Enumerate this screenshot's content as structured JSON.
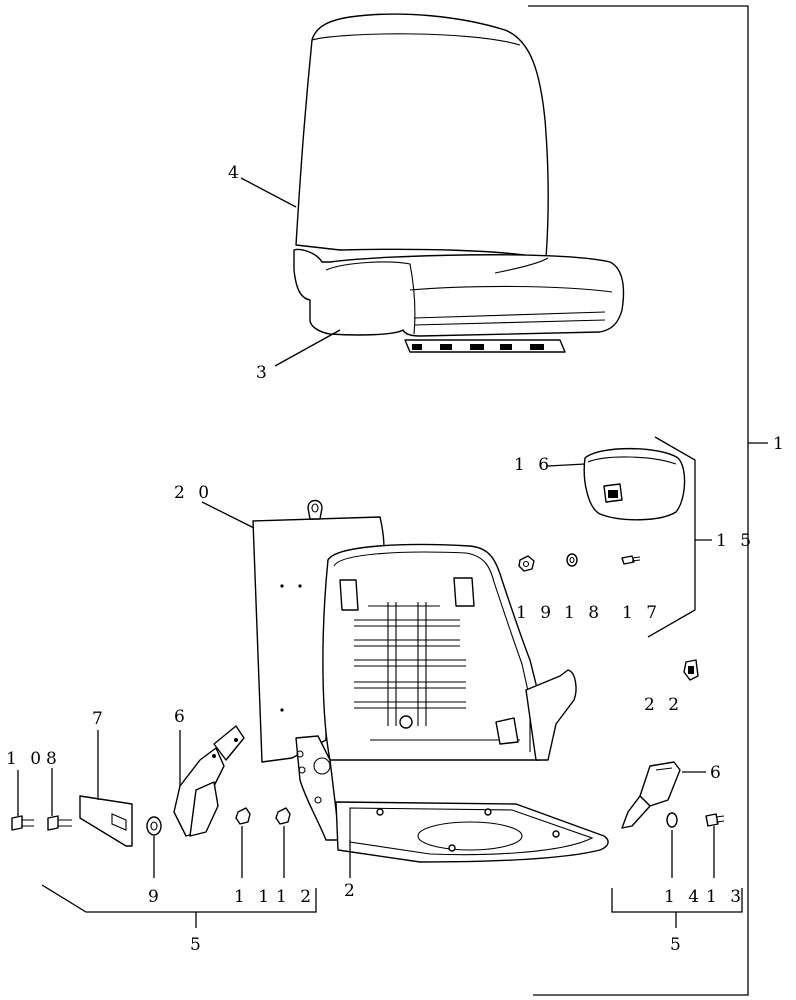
{
  "callouts": {
    "c1": "1",
    "c2": "2",
    "c3": "3",
    "c4": "4",
    "c5_left": "5",
    "c5_right": "5",
    "c6_left": "6",
    "c6_right": "6",
    "c7": "7",
    "c8": "8",
    "c9": "9",
    "c10": "1 0",
    "c11": "1 1",
    "c12": "1 2",
    "c13": "1 3",
    "c14": "1 4",
    "c15": "1 5",
    "c16": "1 6",
    "c17": "1 7",
    "c18": "1 8",
    "c19": "1 9",
    "c20": "2 0",
    "c22": "2 2"
  },
  "colors": {
    "ink": "#000000",
    "paper": "#ffffff"
  }
}
